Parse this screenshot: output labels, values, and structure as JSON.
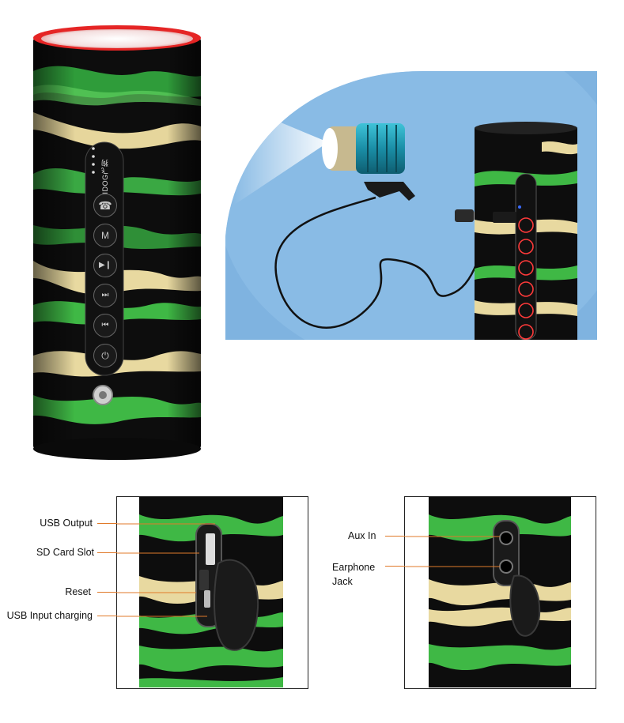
{
  "brand": {
    "logo_text": "FEIDOG飞狗"
  },
  "colors": {
    "tube": "#0d0d0d",
    "green_stripe": "#3fb845",
    "cream_stripe": "#e8d9a0",
    "top_glow": "#ff2a2a",
    "bubble": "#7fb3e0",
    "flashlight_body": "#1e8fa8",
    "callout_line": "#e07a2a"
  },
  "left_panel": {
    "callouts": [
      {
        "label": "USB Output"
      },
      {
        "label": "SD Card Slot"
      },
      {
        "label": "Reset"
      },
      {
        "label": "USB Input charging"
      }
    ]
  },
  "right_panel": {
    "callouts": [
      {
        "label": "Aux In"
      },
      {
        "label": "Earphone Jack"
      }
    ],
    "earphone_line1": "Earphone",
    "earphone_line2": "Jack"
  },
  "buttons": [
    {
      "icon": "phone-icon"
    },
    {
      "icon": "mode-icon",
      "label": "M"
    },
    {
      "icon": "play-pause-icon"
    },
    {
      "icon": "volume-up-icon"
    },
    {
      "icon": "volume-down-icon"
    },
    {
      "icon": "power-icon"
    }
  ]
}
